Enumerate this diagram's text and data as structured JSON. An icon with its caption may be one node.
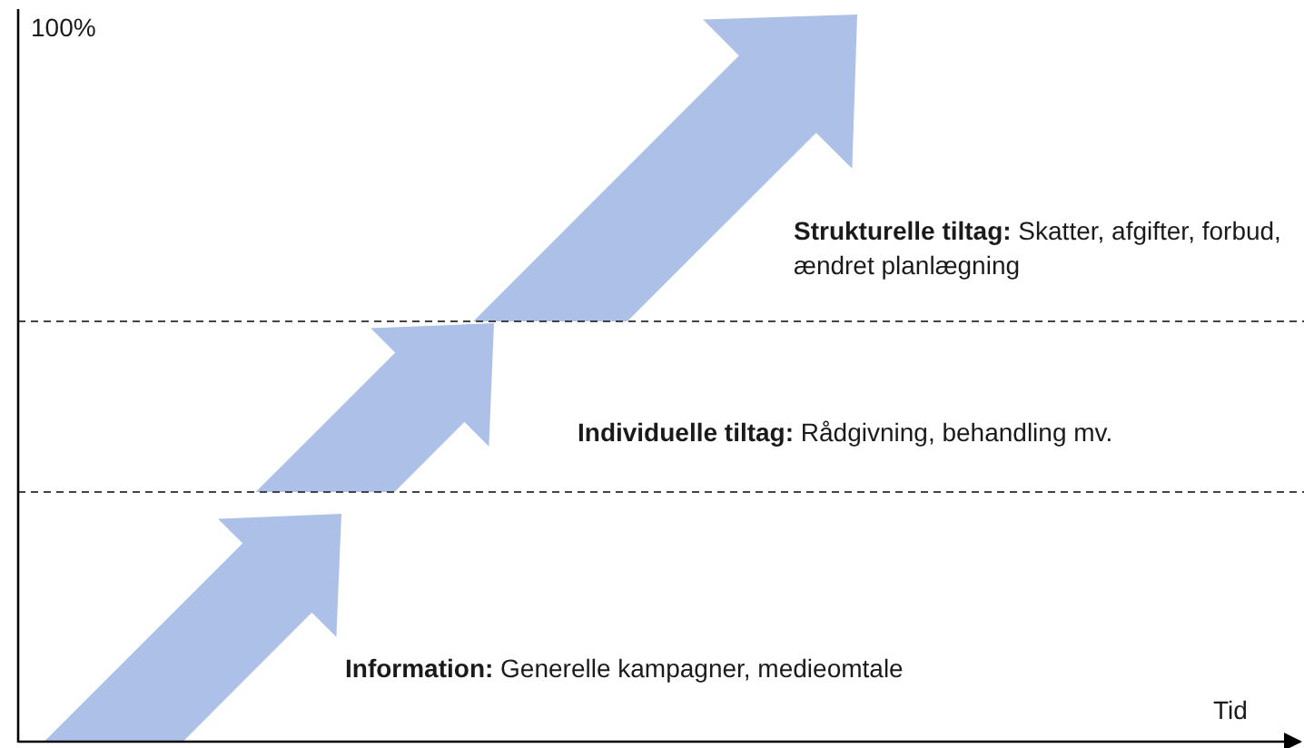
{
  "diagram": {
    "labels": [
      "100%",
      "**Strukturelle tiltag:** Skatter, afgifter, forbud, ændret planlægning",
      "**Individuelle tiltag:** Rådgivning, behandling mv.",
      "**Information:** Generelle kampagner, medieomtale",
      "Tid"
    ]
  }
}
